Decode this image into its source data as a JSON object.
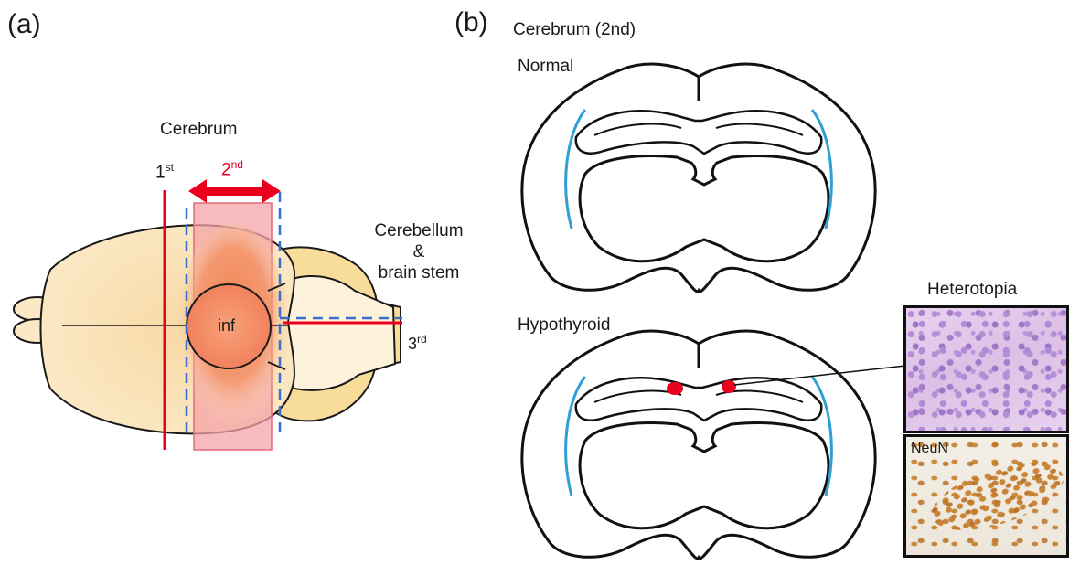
{
  "panel_a": {
    "label": "(a)",
    "cerebrum": "Cerebrum",
    "first": "1",
    "first_sup": "st",
    "second": "2",
    "second_sup": "nd",
    "cerebellum_line1": "Cerebellum",
    "cerebellum_line2": "&",
    "cerebellum_line3": "brain stem",
    "third": "3",
    "third_sup": "rd",
    "inf": "inf"
  },
  "panel_b": {
    "label": "(b)",
    "title": "Cerebrum (2nd)",
    "normal": "Normal",
    "hypothyroid": "Hypothyroid",
    "heterotopia": "Heterotopia",
    "neun": "NeuN"
  },
  "colors": {
    "cut_line": "#e8001c",
    "dashed_line": "#3a6fd0",
    "highlight": "#f4a3a8",
    "brain_fill": "#fbe8c4",
    "cerebellum_fill": "#f7dc9a",
    "ventricle_blue": "#2f9fd6",
    "heterotopia_red": "#e8001c"
  }
}
